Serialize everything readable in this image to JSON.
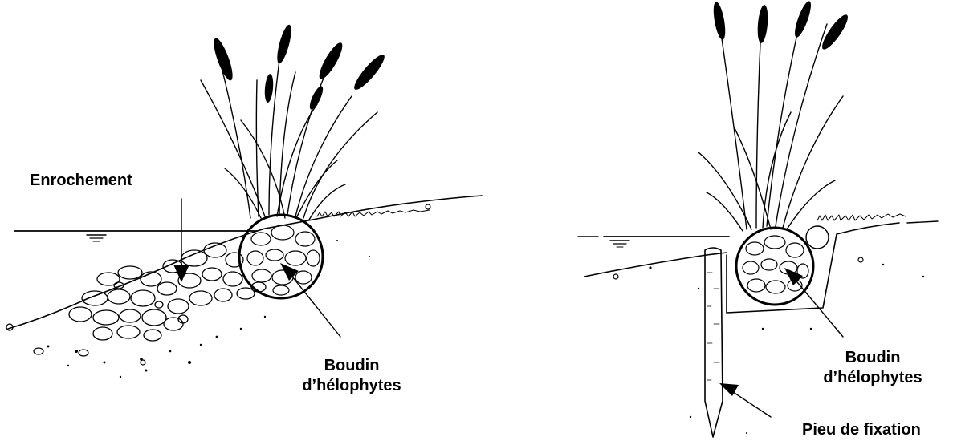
{
  "left_figure": {
    "label_enrochement": "Enrochement",
    "label_boudin_line1": "Boudin",
    "label_boudin_line2": "d’hélophytes"
  },
  "right_figure": {
    "label_boudin_line1": "Boudin",
    "label_boudin_line2": "d’hélophytes",
    "label_pieu": "Pieu de fixation"
  }
}
